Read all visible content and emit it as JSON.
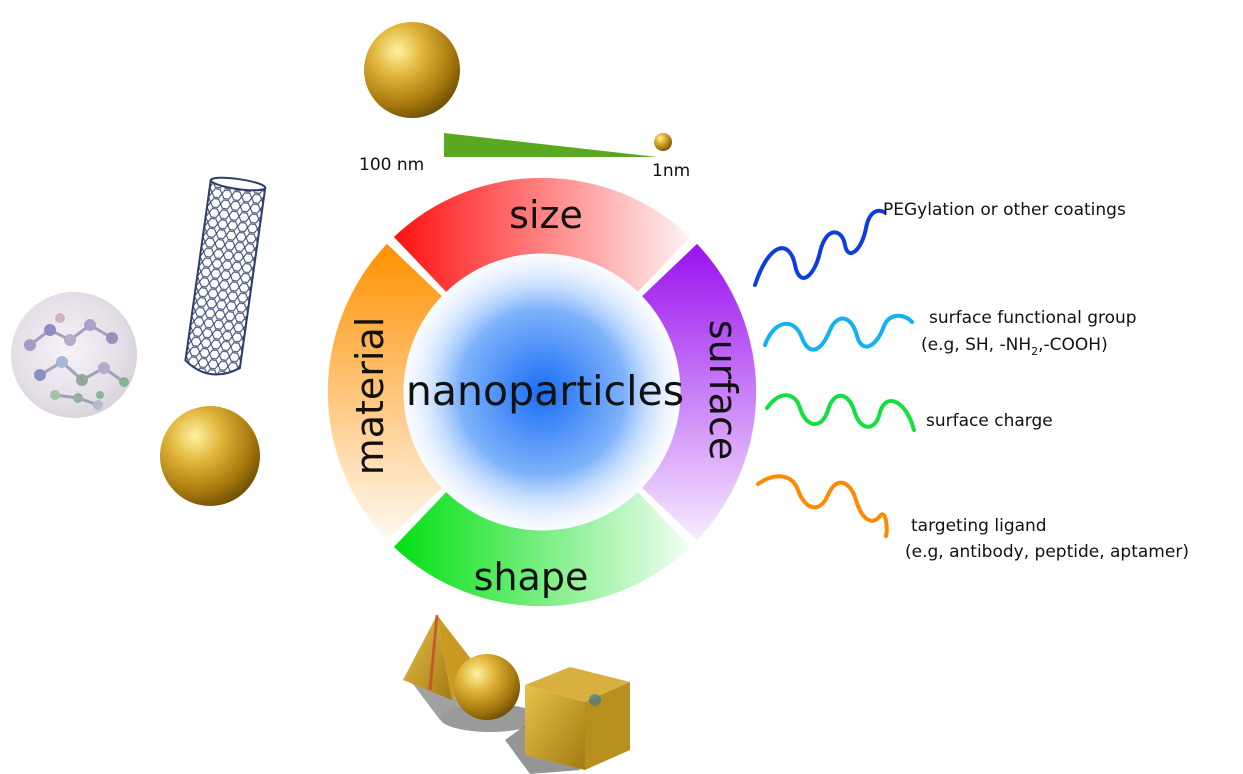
{
  "center": {
    "label": "nanoparticles"
  },
  "segments": {
    "size": {
      "label": "size",
      "color": "#ff1a1a"
    },
    "surface": {
      "label": "surface",
      "color": "#a020f0"
    },
    "shape": {
      "label": "shape",
      "color": "#00e020"
    },
    "material": {
      "label": "material",
      "color": "#ff9a1a"
    }
  },
  "size_scale": {
    "large_label": "100 nm",
    "small_label": "1nm",
    "wedge_color": "#5aa820"
  },
  "surface_mods": [
    {
      "label": "PEGylation or other coatings",
      "color": "#0040e0"
    },
    {
      "label": "surface functional group",
      "sub": "(e.g, SH, -NH",
      "sub_subscript": "2",
      "sub_tail": ",-COOH)",
      "color": "#10b0f0"
    },
    {
      "label": "surface charge",
      "color": "#10e040"
    },
    {
      "label": "targeting ligand",
      "sub": "(e.g, antibody, peptide, aptamer)",
      "color": "#ff8a00"
    }
  ],
  "icons": {
    "gold_sphere": "gold-sphere-icon",
    "nanotube": "carbon-nanotube-icon",
    "polymer": "polymer-nanoparticle-icon",
    "shapes": "pyramid-sphere-cube-icon"
  }
}
